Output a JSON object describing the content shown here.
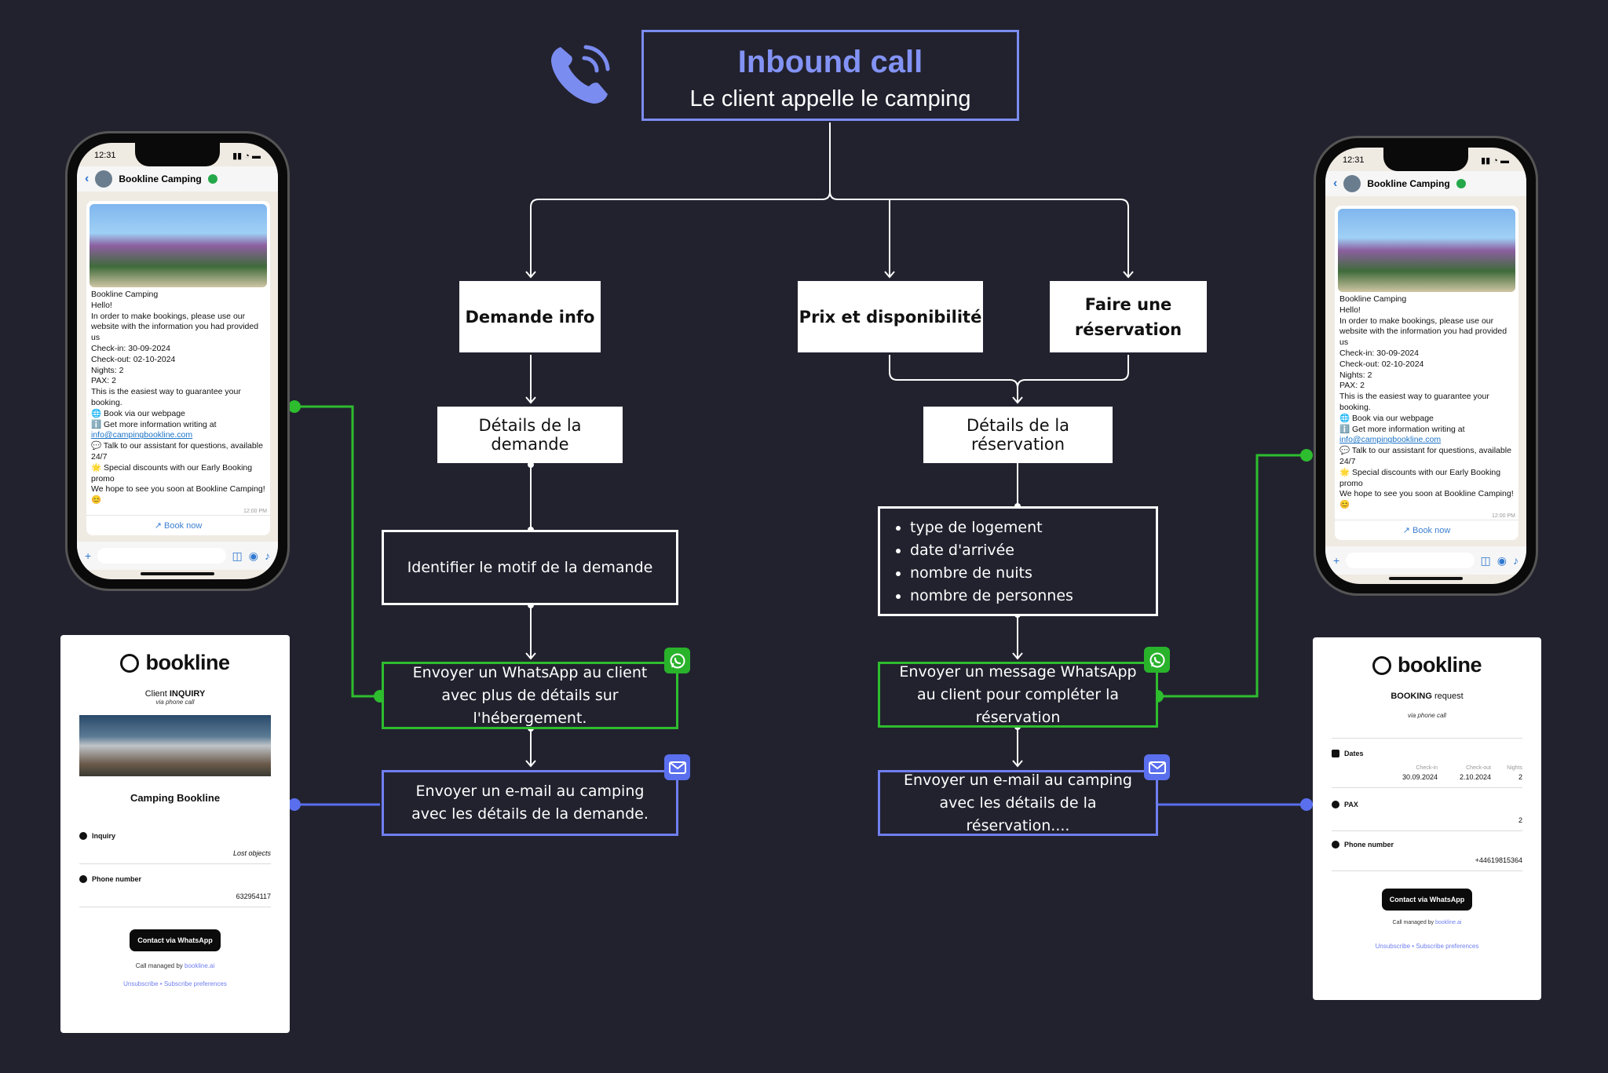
{
  "header": {
    "title": "Inbound call",
    "subtitle": "Le client appelle le camping",
    "icon": "phone-ringing-icon"
  },
  "flow": {
    "branch_demande_info": "Demande info",
    "branch_prix": "Prix et disponibilité",
    "branch_reservation": "Faire une réservation",
    "details_demande": "Détails de la demande",
    "identifier_motif": "Identifier le motif de la demande",
    "whatsapp_info": "Envoyer un WhatsApp au client avec plus de détails sur l'hébergement.",
    "email_demande": "Envoyer un e-mail au camping avec les détails de la demande.",
    "details_reservation": "Détails de la réservation",
    "reservation_items": [
      "type de logement",
      "date d'arrivée",
      "nombre de nuits",
      "nombre de personnes"
    ],
    "whatsapp_reservation": "Envoyer un message WhatsApp au client pour compléter la réservation",
    "email_reservation": "Envoyer un e-mail au camping avec les détails de la réservation...."
  },
  "colors": {
    "background": "#22222f",
    "accent_blue": "#7b8cf0",
    "whatsapp_green": "#2ebd2e",
    "email_blue": "#5a6fee"
  },
  "phone": {
    "time": "12:31",
    "contact": "Bookline Camping",
    "message_lines": [
      "Bookline Camping",
      "Hello!",
      "In order to make bookings, please use our website with the information you had provided us",
      "Check-in: 30-09-2024",
      "Check-out: 02-10-2024",
      "Nights: 2",
      "PAX: 2",
      "This is the easiest way to guarantee your booking.",
      "🌐 Book via our webpage",
      "ℹ️ Get more information writing at",
      "info@campingbookline.com",
      "💬 Talk to our assistant for questions, available 24/7",
      "🌟 Special discounts with our Early Booking promo",
      "We hope to see you soon at Bookline Camping! 😊"
    ],
    "message_time": "12:00 PM",
    "book_now": "Book now"
  },
  "card_inquiry": {
    "brand": "bookline",
    "heading_prefix": "Client ",
    "heading_strong": "INQUIRY",
    "via": "via phone call",
    "camping_name": "Camping Bookline",
    "inquiry_label": "Inquiry",
    "inquiry_value": "Lost objects",
    "phone_label": "Phone number",
    "phone_value": "632954117",
    "button": "Contact via WhatsApp",
    "managed_by_prefix": "Call managed by ",
    "managed_by_link": "bookline.ai",
    "footer": "Unsubscribe • Subscribe preferences"
  },
  "card_booking": {
    "brand": "bookline",
    "heading_strong": "BOOKING",
    "heading_suffix": " request",
    "via": "via phone call",
    "dates_label": "Dates",
    "checkin_label": "Check-in",
    "checkout_label": "Check-out",
    "nights_label": "Nights",
    "checkin_value": "30.09.2024",
    "checkout_value": "2.10.2024",
    "nights_value": "2",
    "pax_label": "PAX",
    "pax_value": "2",
    "phone_label": "Phone number",
    "phone_value": "+44619815364",
    "button": "Contact via WhatsApp",
    "managed_by_prefix": "Call managed by ",
    "managed_by_link": "bookline.ai",
    "footer": "Unsubscribe • Subscribe preferences"
  }
}
